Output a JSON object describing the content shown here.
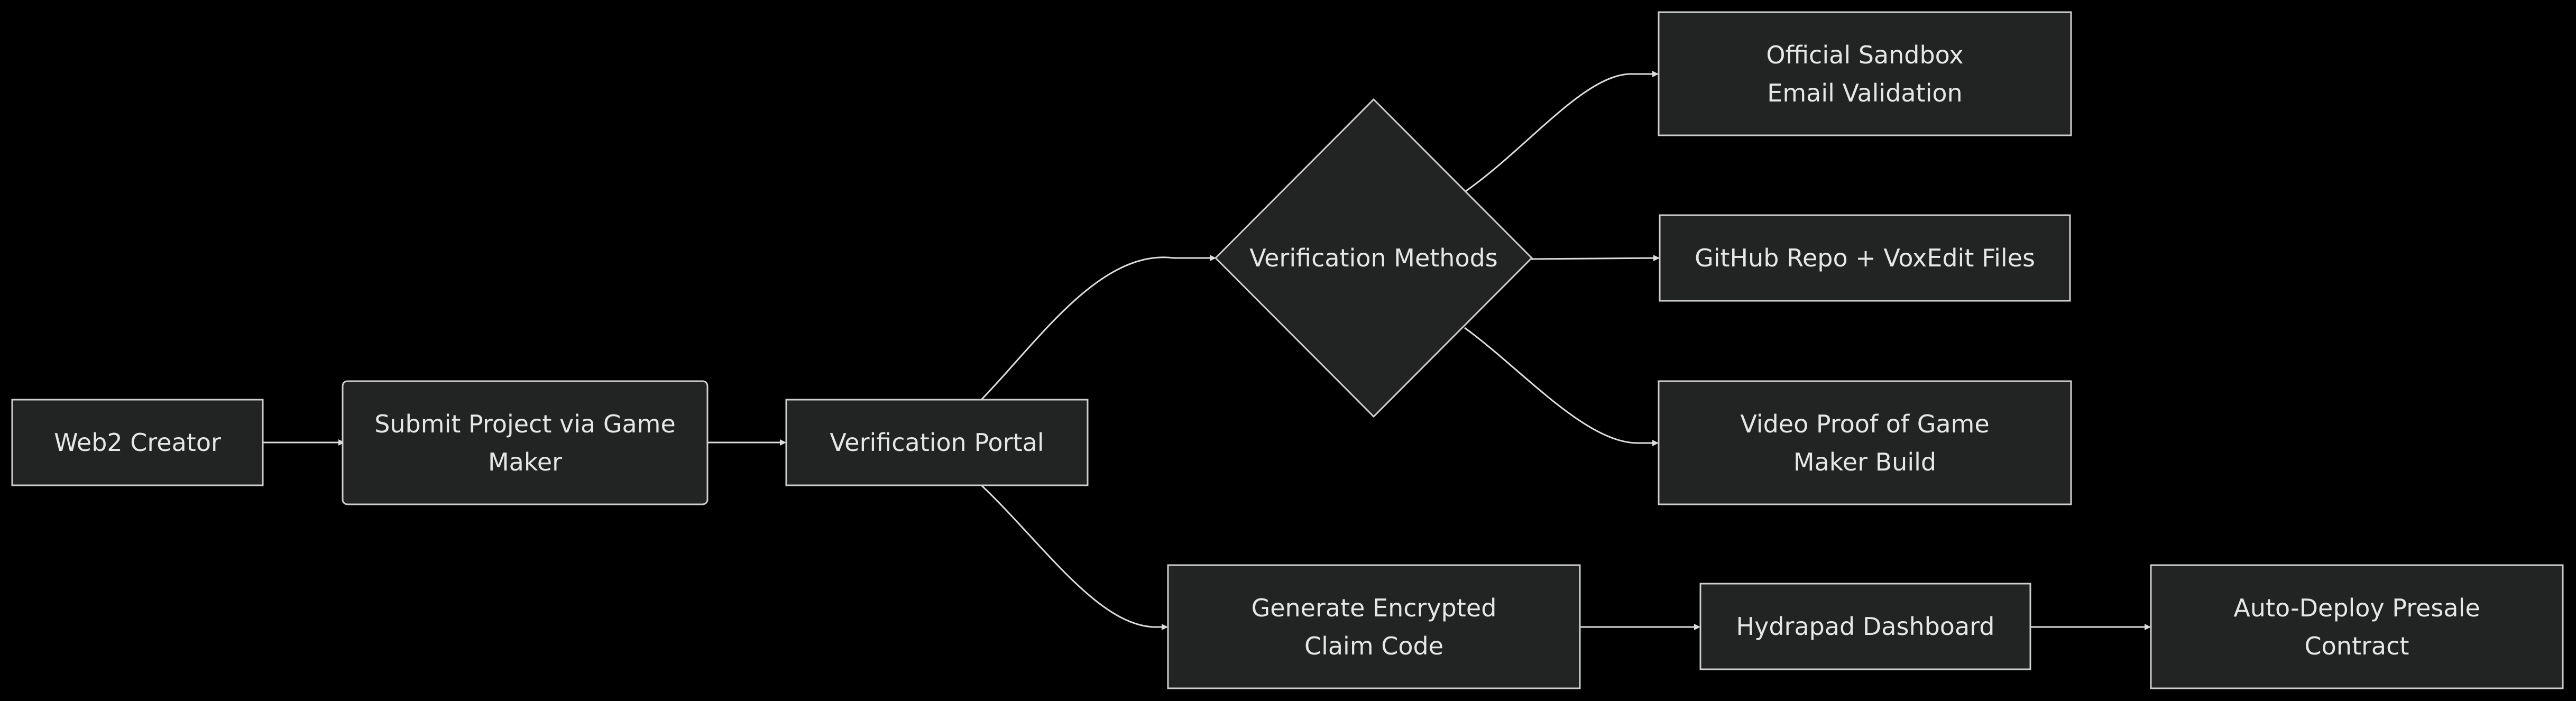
{
  "colors": {
    "background": "#000000",
    "node_fill": "#222424",
    "node_stroke": "#cfcfcf",
    "edge": "#dcdcdc",
    "text": "#e6e6e6"
  },
  "nodes": {
    "web2_creator": {
      "label": "Web2 Creator",
      "shape": "rect"
    },
    "submit_project": {
      "label": "Submit Project via Game Maker",
      "shape": "rounded-rect"
    },
    "verification_portal": {
      "label": "Verification Portal",
      "shape": "rect"
    },
    "verification_methods": {
      "label": "Verification Methods",
      "shape": "diamond"
    },
    "sandbox_email": {
      "label": "Official Sandbox Email Validation",
      "shape": "rect"
    },
    "github_repo": {
      "label": "GitHub Repo + VoxEdit Files",
      "shape": "rect"
    },
    "video_proof": {
      "label": "Video Proof of Game Maker Build",
      "shape": "rect"
    },
    "claim_code": {
      "label": "Generate Encrypted Claim Code",
      "shape": "rect"
    },
    "hydrapad_dashboard": {
      "label": "Hydrapad Dashboard",
      "shape": "rect"
    },
    "presale_contract": {
      "label": "Auto-Deploy Presale Contract",
      "shape": "rect"
    }
  },
  "edges": [
    {
      "from": "web2_creator",
      "to": "submit_project"
    },
    {
      "from": "submit_project",
      "to": "verification_portal"
    },
    {
      "from": "verification_portal",
      "to": "verification_methods"
    },
    {
      "from": "verification_portal",
      "to": "claim_code"
    },
    {
      "from": "verification_methods",
      "to": "sandbox_email"
    },
    {
      "from": "verification_methods",
      "to": "github_repo"
    },
    {
      "from": "verification_methods",
      "to": "video_proof"
    },
    {
      "from": "claim_code",
      "to": "hydrapad_dashboard"
    },
    {
      "from": "hydrapad_dashboard",
      "to": "presale_contract"
    }
  ]
}
